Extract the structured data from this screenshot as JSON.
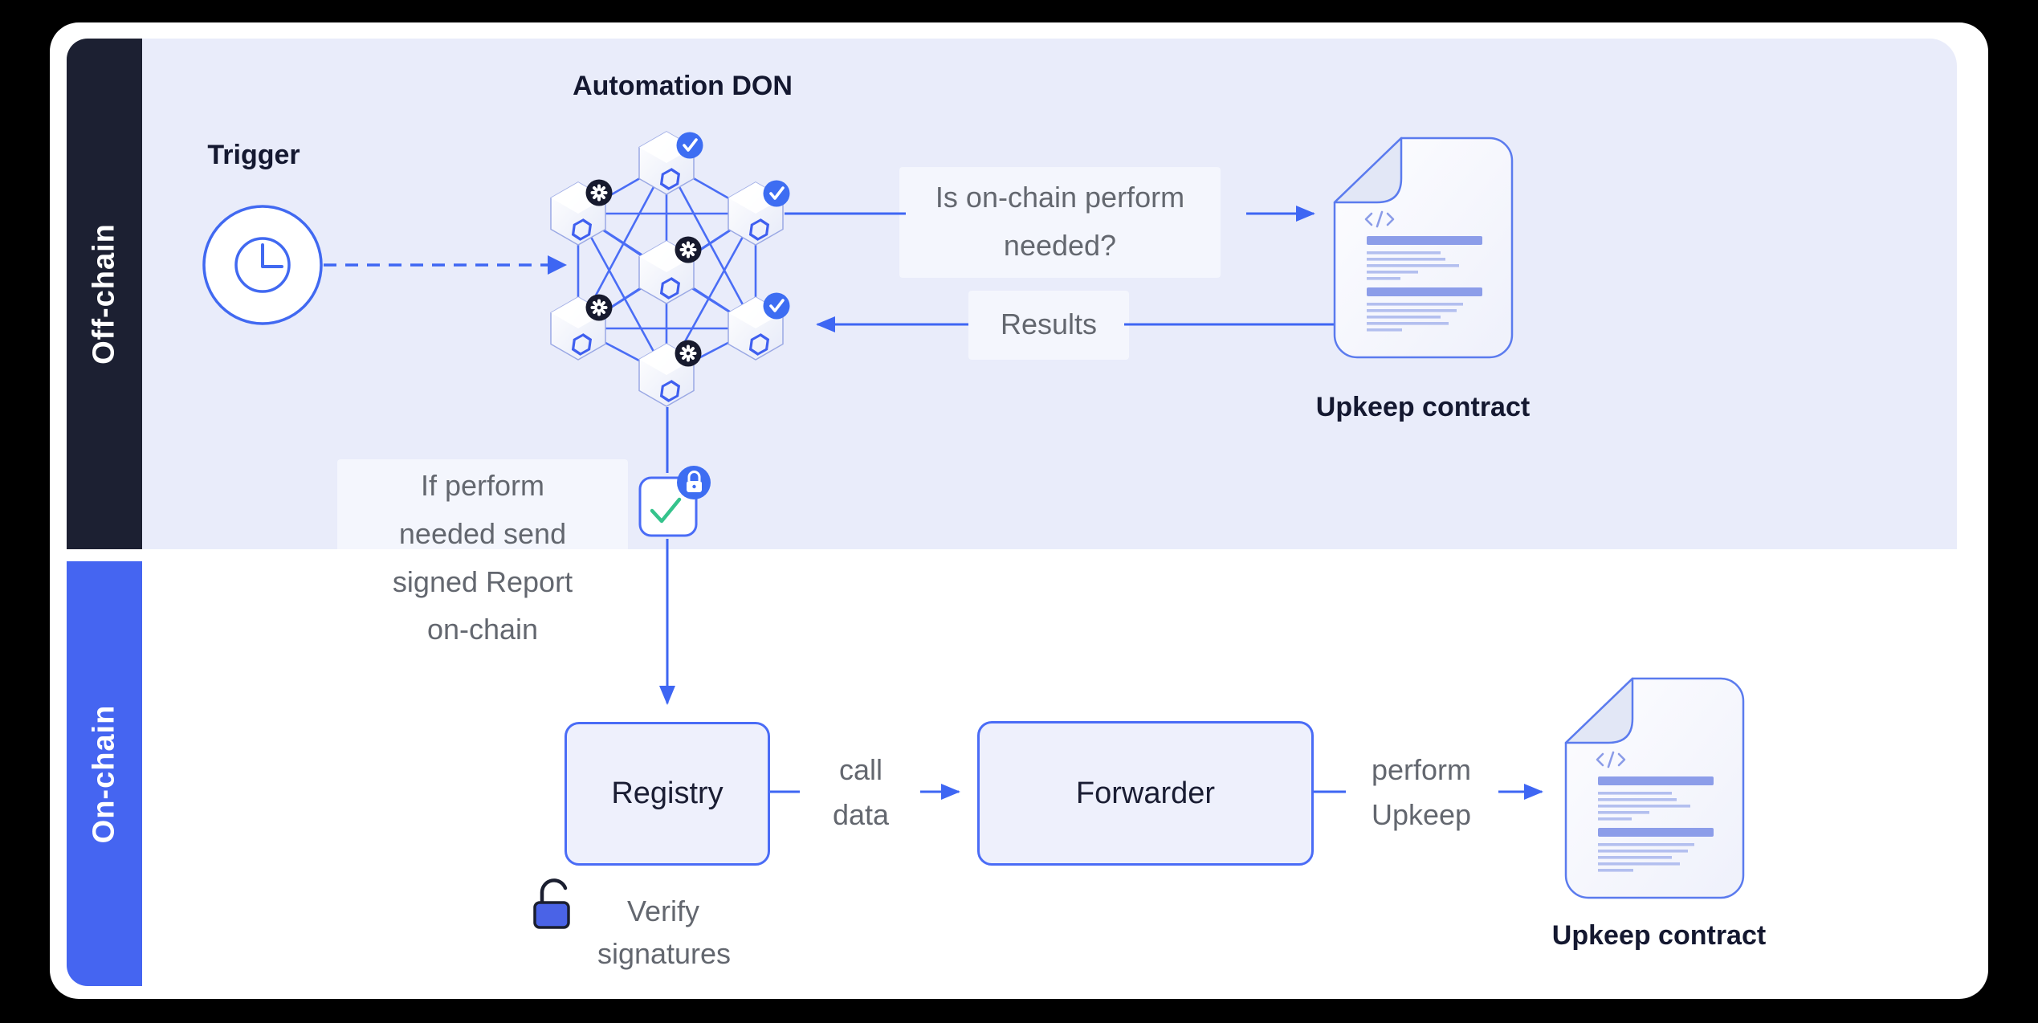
{
  "offchain": {
    "label": "Off-chain"
  },
  "onchain": {
    "label": "On-chain"
  },
  "don": {
    "title": "Automation DON",
    "trigger_label": "Trigger"
  },
  "question": {
    "line1": "Is on-chain perform",
    "line2": "needed?"
  },
  "results": {
    "label": "Results"
  },
  "report_note": {
    "line1": "If perform",
    "line2": "needed send",
    "line3": "signed Report",
    "line4": "on-chain"
  },
  "upkeep_top": {
    "label": "Upkeep contract"
  },
  "upkeep_bottom": {
    "label": "Upkeep contract"
  },
  "registry": {
    "label": "Registry",
    "note_line1": "Verify",
    "note_line2": "signatures"
  },
  "call_data": {
    "line1": "call",
    "line2": "data"
  },
  "forwarder": {
    "label": "Forwarder"
  },
  "perform_upkeep": {
    "line1": "perform",
    "line2": "Upkeep"
  },
  "icons": {
    "trigger": "clock-icon",
    "don_node_approved": "check-badge-icon",
    "don_node_compute": "gear-badge-icon",
    "don_node_logo": "chainlink-hexagon-icon",
    "signed_report": "check-lock-icon",
    "verify": "open-padlock-icon",
    "contract": "code-document-icon"
  },
  "colors": {
    "background": "#000000",
    "card": "#FFFFFF",
    "offchain_strip": "#1C2032",
    "onchain_strip": "#4565F1",
    "offchain_panel": "#E9ECFA",
    "line_blue": "#3E66F3",
    "mesh_blue": "#4A6DF5",
    "badge_blue": "#3D6DF2",
    "badge_dark": "#171A2E",
    "green_check": "#35C38C",
    "gray_text": "#63676F",
    "dark_text": "#141830",
    "doc_bar": "#8C9DE9",
    "box_fill": "#EEF0FC"
  }
}
